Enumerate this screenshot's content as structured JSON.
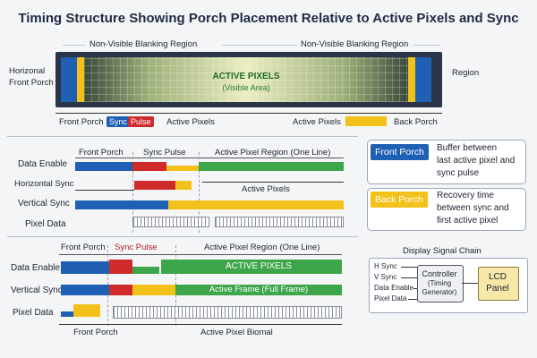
{
  "title": "Timing Structure Showing Porch Placement Relative to Active Pixels and Sync",
  "top_panel": {
    "left_blanking": "Non-Visible Blanking Region",
    "right_blanking": "Non-Visible Blanking Region",
    "left_label_line1": "Horizonal",
    "left_label_line2": "Front Porch",
    "right_label": "Region",
    "active_title": "ACTIVE PIXELS",
    "active_sub": "(Visible Area)",
    "bottom_labels": {
      "front_porch": "Front Porch",
      "sync": "Sync",
      "pulse": "Pulse",
      "active_pixels_1": "Active Pixels",
      "active_pixels_2": "Active Pixels",
      "back_porch": "Back Porch"
    }
  },
  "middle_panel": {
    "headers": {
      "front_porch": "Front Porch",
      "sync_pulse": "Sync Pulse",
      "active_region": "Active Pixel Region (One Line)"
    },
    "signals": [
      "Data Enable",
      "Horizontal Sync",
      "Vertical Sync",
      "Pixel Data"
    ],
    "active_pixels_label": "Active Pixels"
  },
  "legend": {
    "front_porch": {
      "title": "Front Porch",
      "desc": [
        "Buffer between",
        "last active pixel and",
        "sync pulse"
      ],
      "color": "#1f5fb4"
    },
    "back_porch": {
      "title": "Back Porch",
      "desc": [
        "Recovery time",
        "between sync and",
        "first active pixel"
      ],
      "color": "#f2c21a"
    }
  },
  "bottom_panel": {
    "headers": {
      "front_porch": "Front Porch",
      "sync_pulse": "Sync Pulse",
      "active_region": "Active Pixel  Region (One Line)"
    },
    "signals": [
      "Data Enable",
      "Vertical Sync",
      "Pixel Data"
    ],
    "active_pixels": "ACTIVE PIXELS",
    "active_frame": "Active Frame (Full Frame)",
    "bottom_front_porch": "Front Porch",
    "bottom_active": "Active Pixel Biomal"
  },
  "chain": {
    "title": "Display Signal Chain",
    "inputs": [
      "H Sync",
      "V Sync",
      "Data Enable",
      "Pixel Data"
    ],
    "controller_line1": "Controller",
    "controller_line2": "(Timing",
    "controller_line3": "Generator)",
    "lcd_line1": "LCD",
    "lcd_line2": "Panel"
  },
  "colors": {
    "blue": "#1f5fb4",
    "red": "#d02b2b",
    "yellow": "#f2c21a",
    "green": "#3ea64a"
  }
}
